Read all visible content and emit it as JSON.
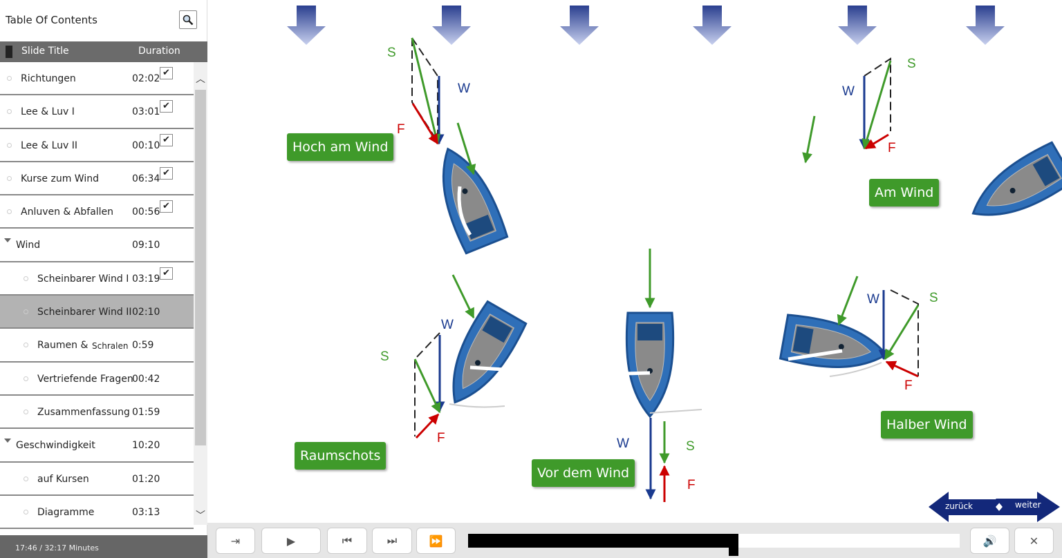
{
  "toc": {
    "title": "Table Of Contents",
    "col_title": "Slide Title",
    "col_duration": "Duration",
    "items": [
      {
        "label": "Richtungen",
        "duration": "02:02",
        "checked": true
      },
      {
        "label": "Lee & Luv I",
        "duration": "03:01",
        "checked": true
      },
      {
        "label": "Lee & Luv II",
        "duration": "00:10",
        "checked": true
      },
      {
        "label": "Kurse zum Wind",
        "duration": "06:34",
        "checked": true
      },
      {
        "label": "Anluven & Abfallen",
        "duration": "00:56",
        "checked": true
      },
      {
        "label": "Wind",
        "duration": "09:10",
        "group": true
      },
      {
        "label": "Scheinbarer Wind I",
        "duration": "03:19",
        "checked": true
      },
      {
        "label": "Scheinbarer Wind II",
        "duration": "02:10",
        "active": true
      },
      {
        "label": "Raumen &",
        "label2": "Schralen",
        "duration": "0:59"
      },
      {
        "label": "Vertriefende Fragen",
        "duration": "00:42"
      },
      {
        "label": "Zusammenfassung",
        "duration": "01:59"
      },
      {
        "label": "Geschwindigkeit",
        "duration": "10:20",
        "group": true
      },
      {
        "label": "auf Kursen",
        "duration": "01:20"
      },
      {
        "label": "Diagramme",
        "duration": "03:13"
      }
    ],
    "check_mark": "✔",
    "status": "17:46 / 32:17 Minutes"
  },
  "player": {
    "progress": 0.55
  },
  "slide": {
    "labels": {
      "hoch": "Hoch am Wind",
      "am": "Am Wind",
      "raum": "Raumschots",
      "vor": "Vor dem Wind",
      "halb": "Halber Wind"
    },
    "vectors": {
      "s": "S",
      "w": "W",
      "f": "F"
    },
    "nav": {
      "back": "zurück",
      "next": "weiter"
    },
    "colors": {
      "wind": "#1a3a8f",
      "sail": "#3f9a2a",
      "force": "#c00000",
      "hull": "#2f6fb8"
    }
  }
}
